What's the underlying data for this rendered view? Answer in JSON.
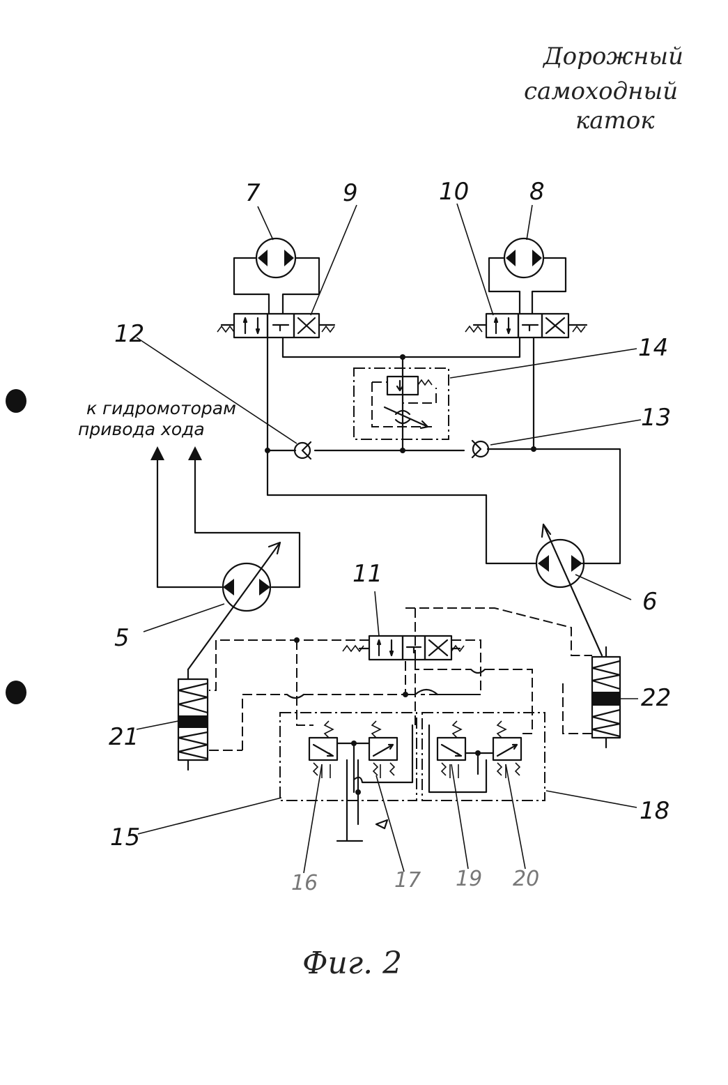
{
  "title": {
    "line1": "Дорожный",
    "line2": "самоходный",
    "line3": "каток"
  },
  "note": {
    "line1": "к гидромоторам",
    "line2": "привода хода"
  },
  "caption": "Фиг. 2",
  "labels": {
    "l5": "5",
    "l6": "6",
    "l7": "7",
    "l8": "8",
    "l9": "9",
    "l10": "10",
    "l11": "11",
    "l12": "12",
    "l13": "13",
    "l14": "14",
    "l15": "15",
    "l16": "16",
    "l17": "17",
    "l18": "18",
    "l19": "19",
    "l20": "20",
    "l21": "21",
    "l22": "22"
  }
}
